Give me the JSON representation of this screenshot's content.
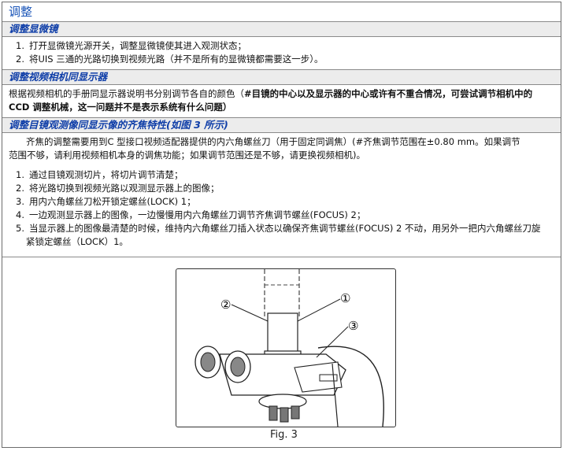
{
  "title": "调整",
  "sections": [
    {
      "heading": "调整显微镜",
      "items": [
        {
          "num": "1.",
          "text": "打开显微镜光源开关，调整显微镜使其进入观测状态；"
        },
        {
          "num": "2.",
          "text": "将UIS 三通的光路切换到视频光路（并不是所有的显微镜都需要这一步）。"
        }
      ]
    },
    {
      "heading": "调整视频相机同显示器",
      "para_a": "根据视频相机的手册同显示器说明书分别调节各自的颜色（",
      "para_b": "#目镜的中心以及显示器的中心或许有不重合情况，可尝试调节相机中的",
      "para_c": "CCD 调整机械，这一问题并不是表示系统有什么问题）"
    },
    {
      "heading": "调整目镜观测像同显示像的齐焦特性(如图 3 所示)",
      "para_line1": "齐焦的调整需要用到C 型接口视频适配器提供的内六角螺丝刀（用于固定同调焦）(#齐焦调节范围在±0.80 mm。如果调节",
      "para_line2": "范围不够，请利用视频相机本身的调焦功能；如果调节范围还是不够，请更换视频相机)。",
      "items": [
        {
          "num": "1.",
          "text": "通过目镜观测切片，将切片调节清楚；"
        },
        {
          "num": "2.",
          "text": "将光路切换到视频光路以观测显示器上的图像；"
        },
        {
          "num": "3.",
          "text": "用内六角螺丝刀松开锁定螺丝(LOCK) 1；"
        },
        {
          "num": "4.",
          "text": "一边观测显示器上的图像，一边慢慢用内六角螺丝刀调节齐焦调节螺丝(FOCUS) 2；"
        },
        {
          "num": "5.",
          "text": "当显示器上的图像最清楚的时候，维持内六角螺丝刀插入状态以确保齐焦调节螺丝(FOCUS) 2  不动，用另外一把内六角螺丝刀旋"
        }
      ],
      "item5_cont": "紧锁定螺丝（LOCK）1。"
    }
  ],
  "figure": {
    "callouts": [
      "②",
      "①",
      "③"
    ],
    "caption": "Fig. 3"
  }
}
